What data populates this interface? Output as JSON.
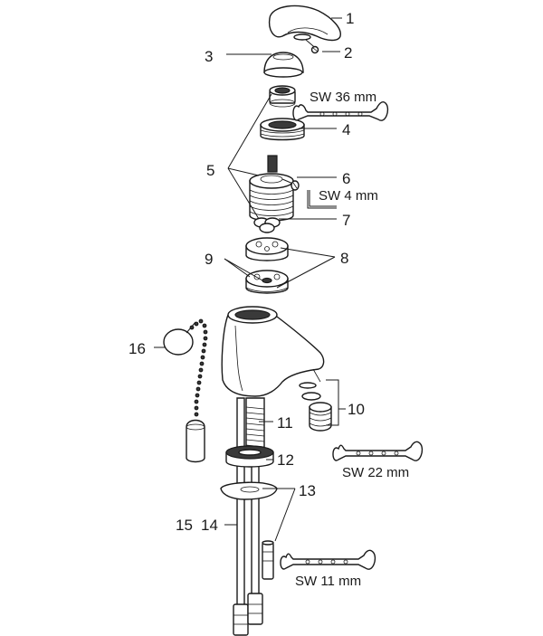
{
  "callouts": {
    "c1": "1",
    "c2": "2",
    "c3": "3",
    "c4": "4",
    "c5": "5",
    "c6": "6",
    "c7": "7",
    "c8": "8",
    "c9": "9",
    "c10": "10",
    "c11": "11",
    "c12": "12",
    "c13": "13",
    "c14": "14",
    "c15": "15",
    "c16": "16"
  },
  "tools": {
    "wrench_36": "SW 36 mm",
    "hex_key_4": "SW 4 mm",
    "wrench_22": "SW 22 mm",
    "wrench_11": "SW 11 mm"
  },
  "icons": [
    "wrench-icon",
    "hex-key-icon"
  ]
}
